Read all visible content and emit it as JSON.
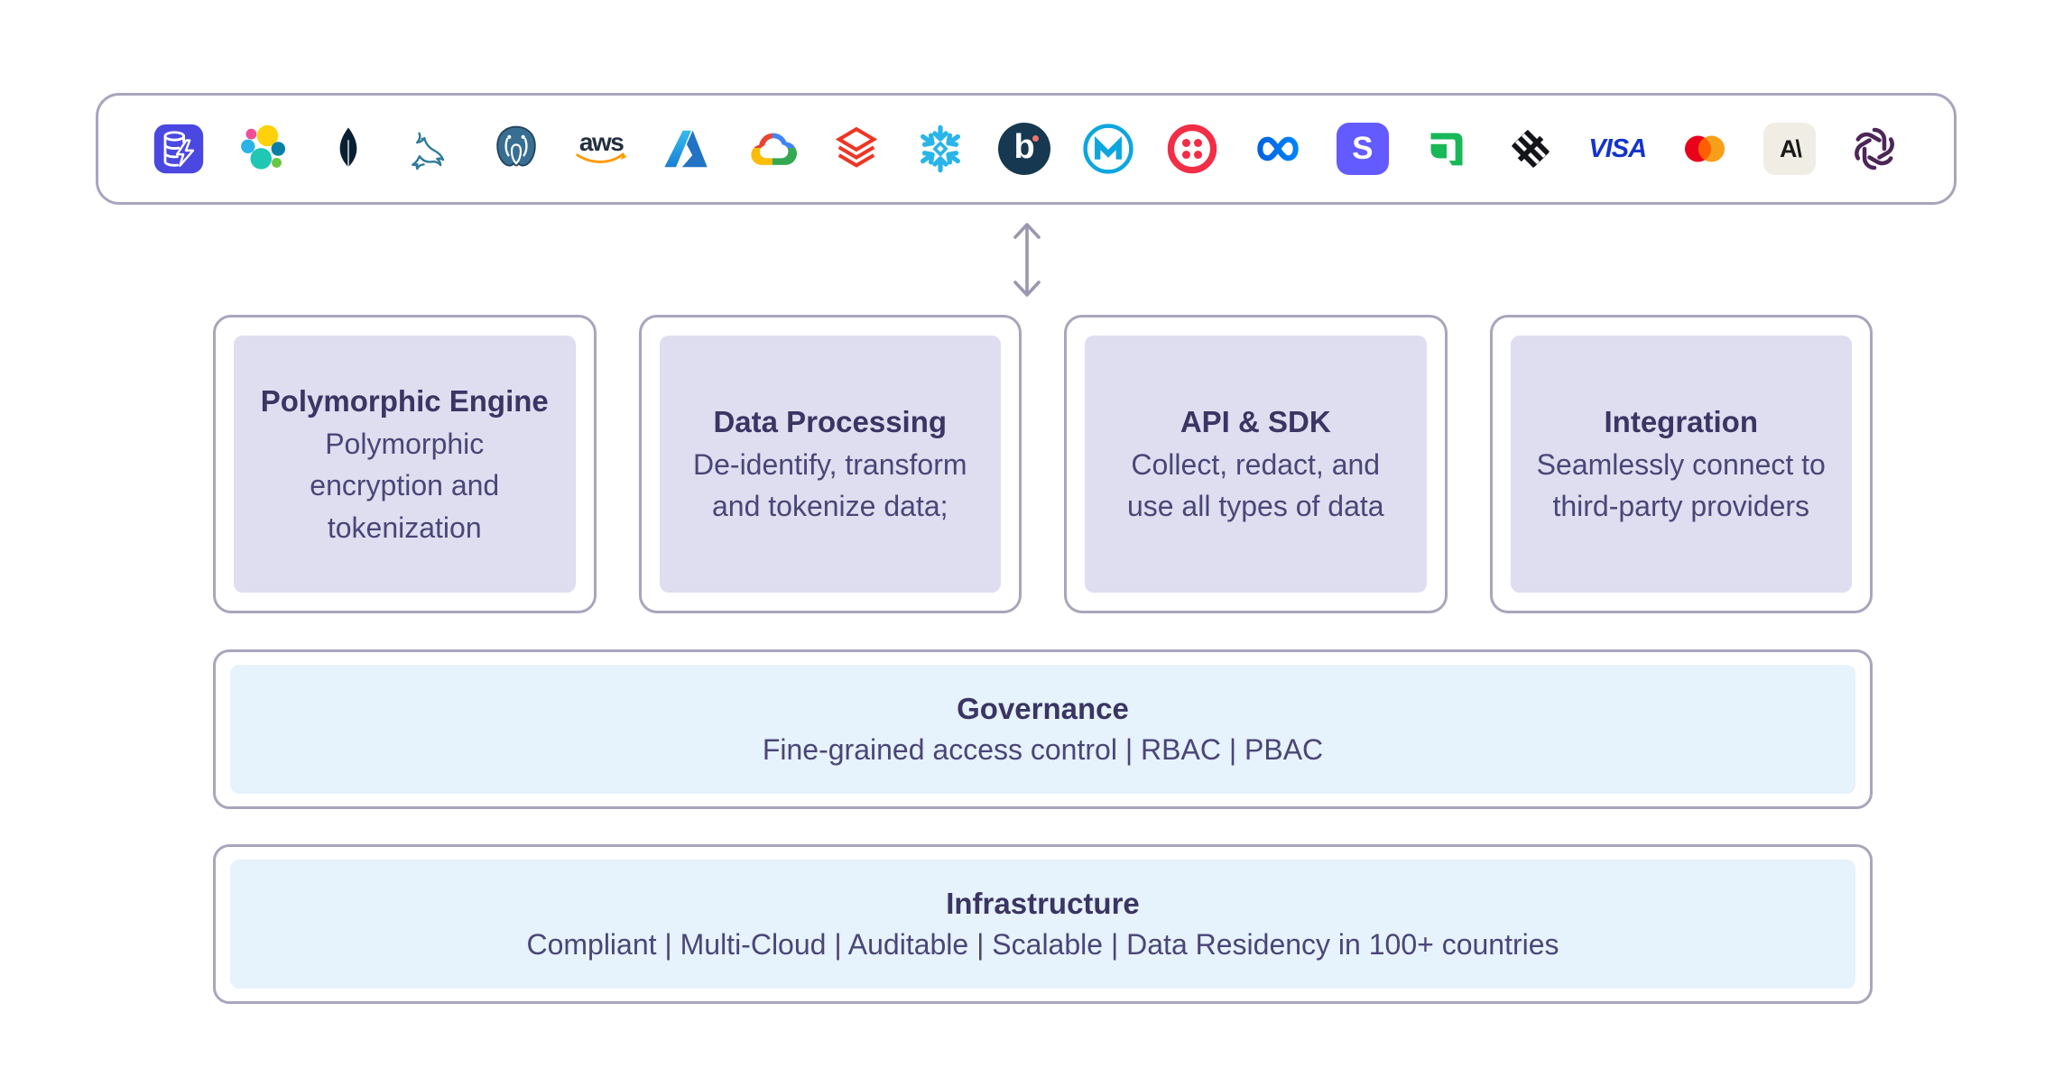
{
  "diagram": {
    "colors": {
      "outline": "#A9A5BE",
      "card_fill": "#DEDEF0",
      "band_fill": "#E6F2FC",
      "title_text": "#3A3563",
      "body_text": "#4A4677",
      "arrow": "#9A97AE"
    },
    "integrations_bar": {
      "logos": [
        "database-lightning",
        "elastic",
        "mongodb",
        "mysql",
        "postgresql",
        "aws",
        "azure",
        "google-cloud",
        "databricks",
        "snowflake",
        "braze",
        "mulesoft",
        "twilio",
        "meta",
        "stripe",
        "adyen",
        "plaid",
        "visa",
        "mastercard",
        "anthropic",
        "openai"
      ],
      "logo_text": {
        "aws": "aws",
        "braze": "b",
        "stripe": "S",
        "visa": "VISA",
        "anthropic": "A\\"
      }
    },
    "connector": {
      "icon": "vertical-double-arrow"
    },
    "cards": [
      {
        "title": "Polymorphic Engine",
        "description": "Polymorphic\nencryption and\ntokenization"
      },
      {
        "title": "Data Processing",
        "description": "De-identify, transform\nand tokenize data;"
      },
      {
        "title": "API & SDK",
        "description": "Collect, redact, and\nuse all types of data"
      },
      {
        "title": "Integration",
        "description": "Seamlessly connect to\nthird-party providers"
      }
    ],
    "bands": [
      {
        "title": "Governance",
        "description": "Fine-grained access control | RBAC | PBAC"
      },
      {
        "title": "Infrastructure",
        "description": "Compliant | Multi-Cloud | Auditable | Scalable  | Data Residency in 100+ countries"
      }
    ]
  }
}
